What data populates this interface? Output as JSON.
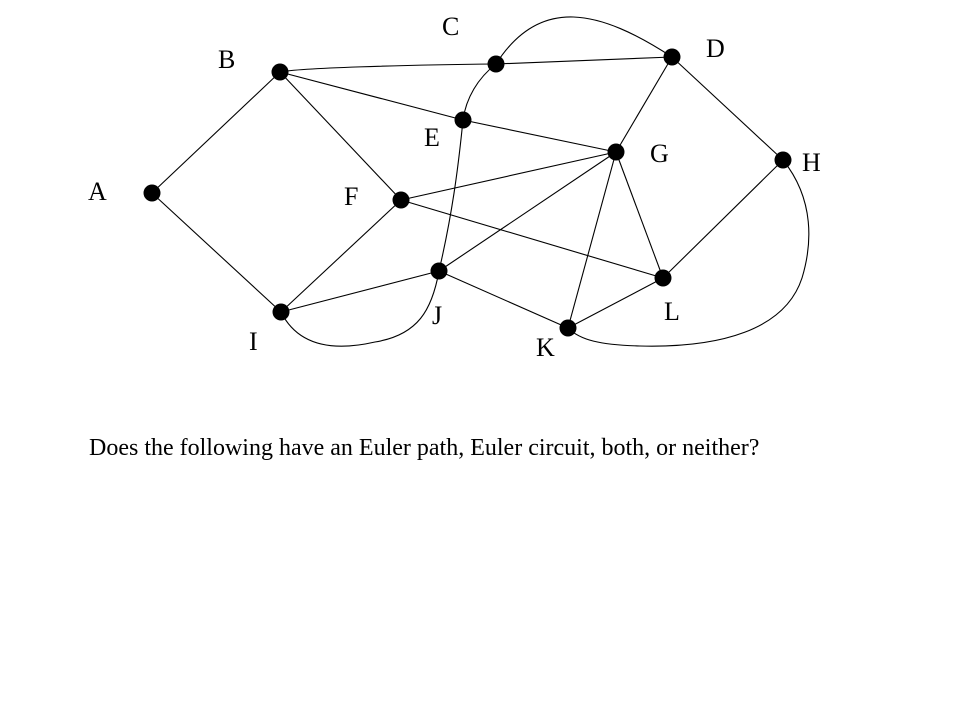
{
  "vertices": [
    {
      "id": "A",
      "label": "A"
    },
    {
      "id": "B",
      "label": "B"
    },
    {
      "id": "C",
      "label": "C"
    },
    {
      "id": "D",
      "label": "D"
    },
    {
      "id": "E",
      "label": "E"
    },
    {
      "id": "F",
      "label": "F"
    },
    {
      "id": "G",
      "label": "G"
    },
    {
      "id": "H",
      "label": "H"
    },
    {
      "id": "I",
      "label": "I"
    },
    {
      "id": "J",
      "label": "J"
    },
    {
      "id": "K",
      "label": "K"
    },
    {
      "id": "L",
      "label": "L"
    }
  ],
  "edges": [
    [
      "A",
      "B"
    ],
    [
      "A",
      "I"
    ],
    [
      "B",
      "C"
    ],
    [
      "C",
      "D"
    ],
    [
      "B",
      "E"
    ],
    [
      "E",
      "G"
    ],
    [
      "B",
      "F"
    ],
    [
      "F",
      "I"
    ],
    [
      "F",
      "G"
    ],
    [
      "F",
      "L"
    ],
    [
      "C",
      "E"
    ],
    [
      "E",
      "J"
    ],
    [
      "C",
      "D"
    ],
    [
      "D",
      "G"
    ],
    [
      "D",
      "H"
    ],
    [
      "H",
      "L"
    ],
    [
      "H",
      "K"
    ],
    [
      "G",
      "J"
    ],
    [
      "G",
      "K"
    ],
    [
      "G",
      "L"
    ],
    [
      "I",
      "J"
    ],
    [
      "I",
      "J"
    ],
    [
      "J",
      "K"
    ],
    [
      "K",
      "L"
    ]
  ],
  "question": "Does the following have an Euler path, Euler circuit, both, or neither?"
}
